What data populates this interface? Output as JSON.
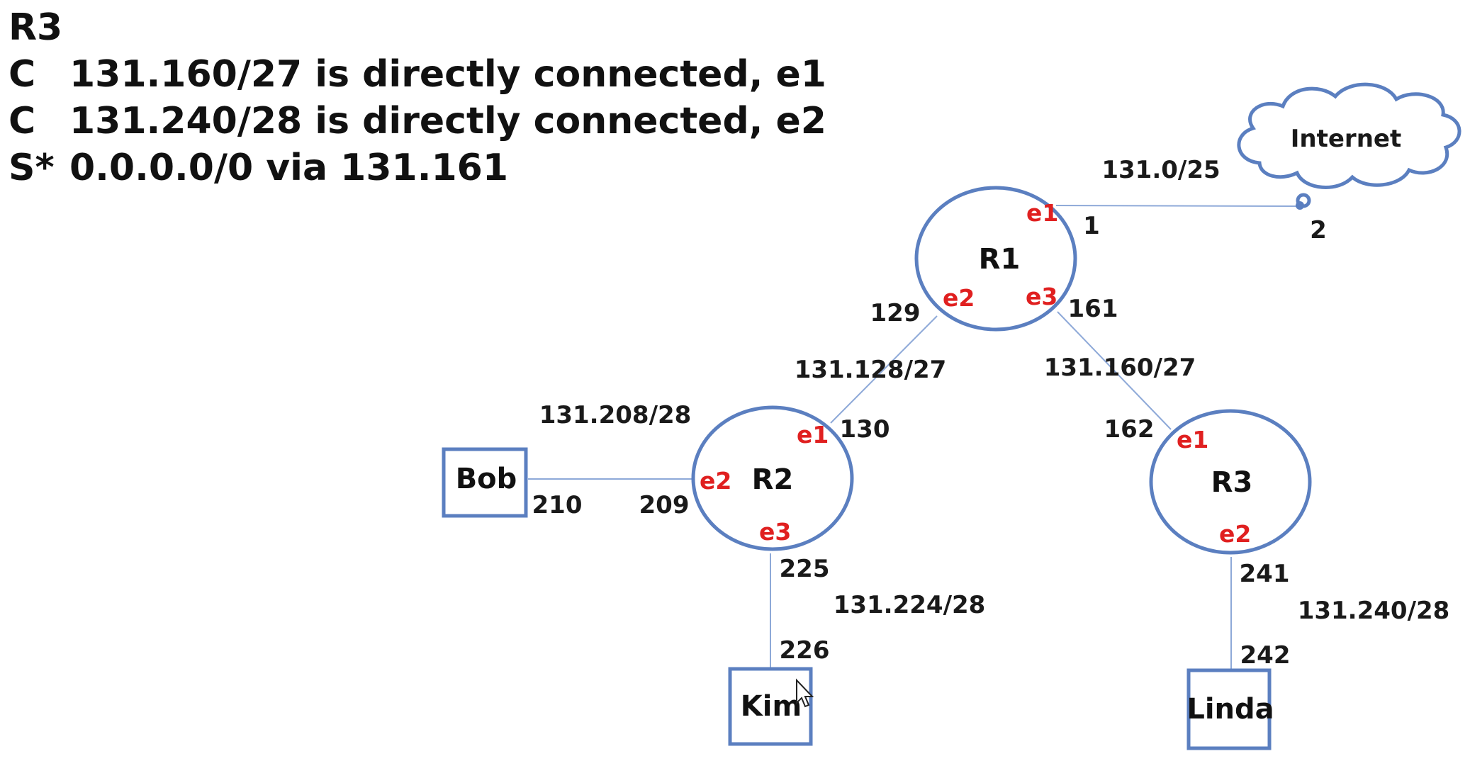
{
  "routing_table": {
    "title": "R3",
    "rows": [
      {
        "code": "C",
        "text": "131.160/27 is directly connected, e1"
      },
      {
        "code": "C",
        "text": "131.240/28 is directly connected, e2"
      },
      {
        "code": "S*",
        "text": "0.0.0.0/0 via 131.161"
      }
    ]
  },
  "nodes": {
    "internet": "Internet",
    "r1": "R1",
    "r2": "R2",
    "r3": "R3",
    "bob": "Bob",
    "kim": "Kim",
    "linda": "Linda"
  },
  "ports": {
    "r1_e1": "e1",
    "r1_e2": "e2",
    "r1_e3": "e3",
    "r2_e1": "e1",
    "r2_e2": "e2",
    "r2_e3": "e3",
    "r3_e1": "e1",
    "r3_e2": "e2"
  },
  "subnets": {
    "r1_internet": "131.0/25",
    "r1_r2": "131.128/27",
    "r1_r3": "131.160/27",
    "r2_bob": "131.208/28",
    "r2_kim": "131.224/28",
    "r3_linda": "131.240/28"
  },
  "hosts": {
    "r1_e1": "1",
    "internet": "2",
    "r1_e2": "129",
    "r1_e3": "161",
    "r2_e1": "130",
    "r3_e1": "162",
    "bob": "210",
    "r2_e2": "209",
    "r2_e3": "225",
    "kim": "226",
    "r3_e2": "241",
    "linda": "242"
  },
  "colors": {
    "node_stroke": "#5b7fc0",
    "link": "#8ea9d8",
    "port_label": "#e02020",
    "text": "#111111"
  }
}
